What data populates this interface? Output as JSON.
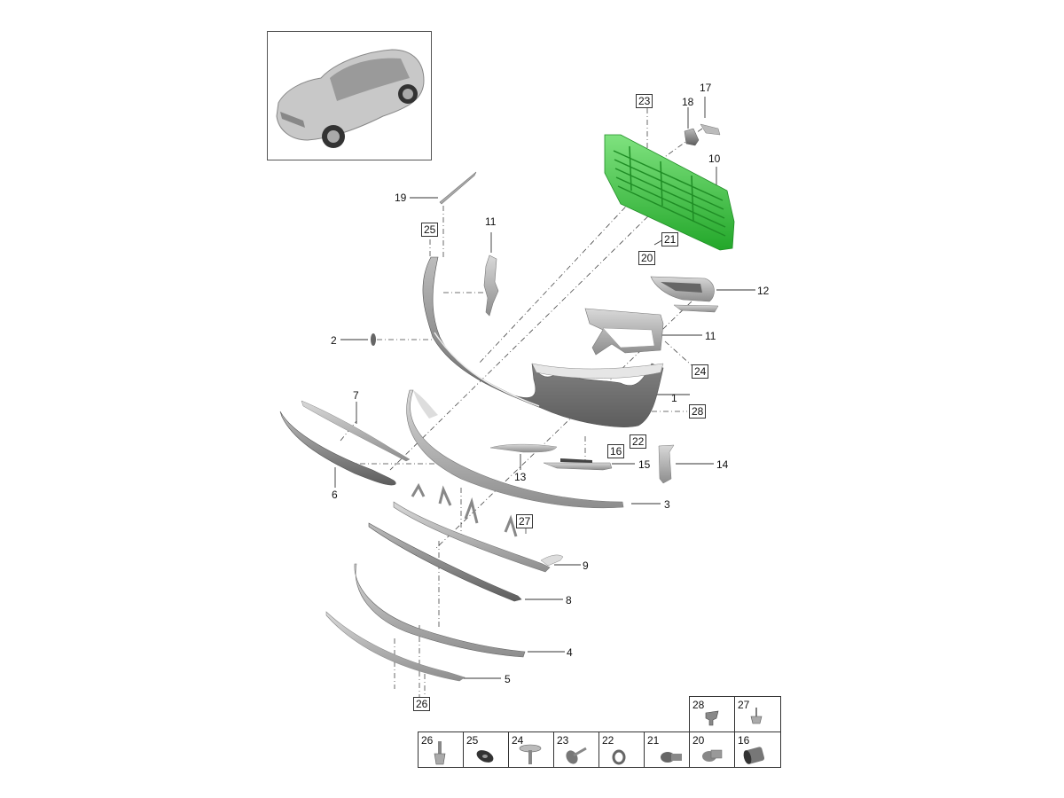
{
  "diagram": {
    "title": "Front bumper exploded parts diagram",
    "thumbnail": {
      "label": "vehicle-overview",
      "description": "SUV front three-quarter view"
    },
    "highlight_color": "#39c93f",
    "part_color": "#b8b8b8",
    "callouts": [
      {
        "id": "c1",
        "text": "1",
        "boxed": false
      },
      {
        "id": "c2",
        "text": "2",
        "boxed": false
      },
      {
        "id": "c3",
        "text": "3",
        "boxed": false
      },
      {
        "id": "c4",
        "text": "4",
        "boxed": false
      },
      {
        "id": "c5",
        "text": "5",
        "boxed": false
      },
      {
        "id": "c6",
        "text": "6",
        "boxed": false
      },
      {
        "id": "c7",
        "text": "7",
        "boxed": false
      },
      {
        "id": "c8",
        "text": "8",
        "boxed": false
      },
      {
        "id": "c9",
        "text": "9",
        "boxed": false
      },
      {
        "id": "c10",
        "text": "10",
        "boxed": false
      },
      {
        "id": "c11a",
        "text": "11",
        "boxed": false
      },
      {
        "id": "c11b",
        "text": "11",
        "boxed": false
      },
      {
        "id": "c12",
        "text": "12",
        "boxed": false
      },
      {
        "id": "c13",
        "text": "13",
        "boxed": false
      },
      {
        "id": "c14",
        "text": "14",
        "boxed": false
      },
      {
        "id": "c15",
        "text": "15",
        "boxed": false
      },
      {
        "id": "c16",
        "text": "16",
        "boxed": true
      },
      {
        "id": "c17",
        "text": "17",
        "boxed": false
      },
      {
        "id": "c18",
        "text": "18",
        "boxed": false
      },
      {
        "id": "c19",
        "text": "19",
        "boxed": false
      },
      {
        "id": "c20",
        "text": "20",
        "boxed": true
      },
      {
        "id": "c21",
        "text": "21",
        "boxed": true
      },
      {
        "id": "c22",
        "text": "22",
        "boxed": true
      },
      {
        "id": "c23",
        "text": "23",
        "boxed": true
      },
      {
        "id": "c24",
        "text": "24",
        "boxed": true
      },
      {
        "id": "c25",
        "text": "25",
        "boxed": true
      },
      {
        "id": "c26",
        "text": "26",
        "boxed": true
      },
      {
        "id": "c27",
        "text": "27",
        "boxed": true
      },
      {
        "id": "c28",
        "text": "28",
        "boxed": true
      }
    ],
    "fastener_legend": {
      "top_row": [
        {
          "number": "28",
          "icon": "push-clip-icon"
        },
        {
          "number": "27",
          "icon": "pin-clip-icon"
        }
      ],
      "bottom_row": [
        {
          "number": "26",
          "icon": "expansion-rivet-icon"
        },
        {
          "number": "25",
          "icon": "washer-screw-icon"
        },
        {
          "number": "24",
          "icon": "mushroom-rivet-icon"
        },
        {
          "number": "23",
          "icon": "screw-icon"
        },
        {
          "number": "22",
          "icon": "grommet-ring-icon"
        },
        {
          "number": "21",
          "icon": "sensor-holder-icon"
        },
        {
          "number": "20",
          "icon": "sensor-bracket-icon"
        },
        {
          "number": "16",
          "icon": "sleeve-nut-icon"
        }
      ]
    }
  }
}
